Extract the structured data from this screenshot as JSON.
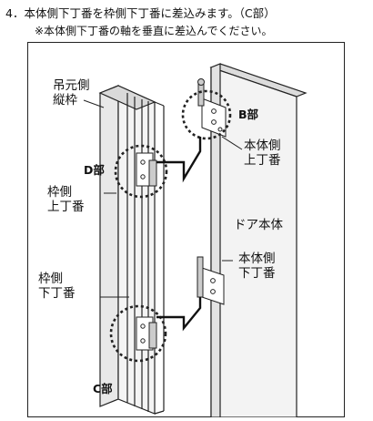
{
  "header": {
    "heading": "4．本体側下丁番を枠側下丁番に差込みます。（C部）",
    "note": "※本体側下丁番の軸を垂直に差込んでください。"
  },
  "labels": {
    "frame_hinge_side_l1": "吊元側",
    "frame_hinge_side_l2": "縦枠",
    "part_d": "D部",
    "frame_upper_hinge_l1": "枠側",
    "frame_upper_hinge_l2": "上丁番",
    "frame_lower_hinge_l1": "枠側",
    "frame_lower_hinge_l2": "下丁番",
    "part_c": "C部",
    "part_b": "B部",
    "body_upper_hinge_l1": "本体側",
    "body_upper_hinge_l2": "上丁番",
    "door_body": "ドア本体",
    "body_lower_hinge_l1": "本体側",
    "body_lower_hinge_l2": "下丁番"
  }
}
